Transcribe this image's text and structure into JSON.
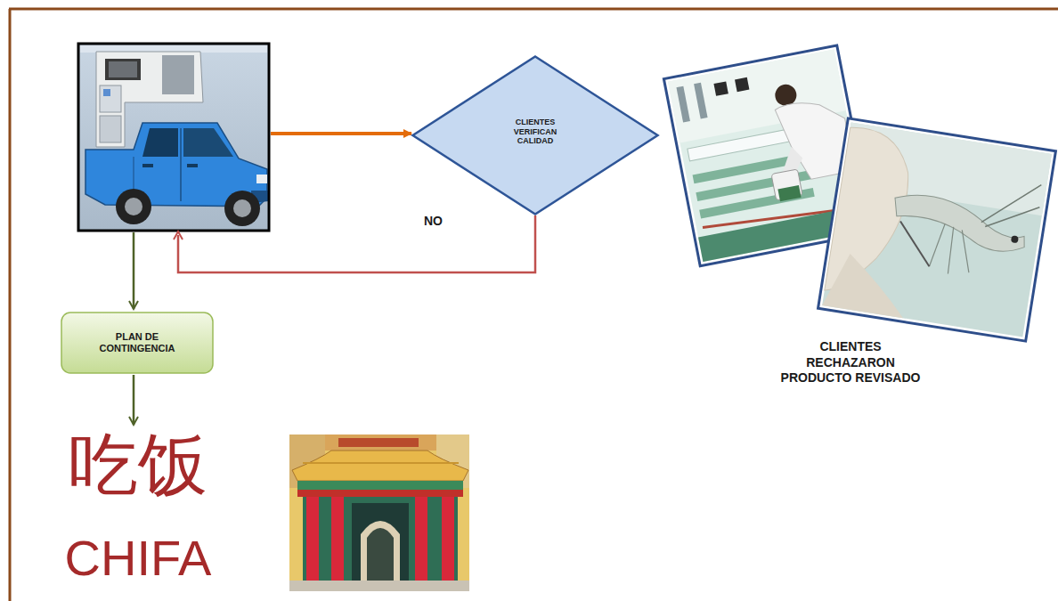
{
  "diagram": {
    "nodes": [
      {
        "text": [
          "CLIENTES VERIFICAN CALIDAD"
        ]
      },
      {
        "text": [
          "PLAN DE CONTINGENCIA"
        ]
      }
    ],
    "labels": [
      "NO",
      "CLIENTES RECHAZARON PRODUCTO REVISADO",
      "吃饭",
      "CHIFA"
    ]
  }
}
